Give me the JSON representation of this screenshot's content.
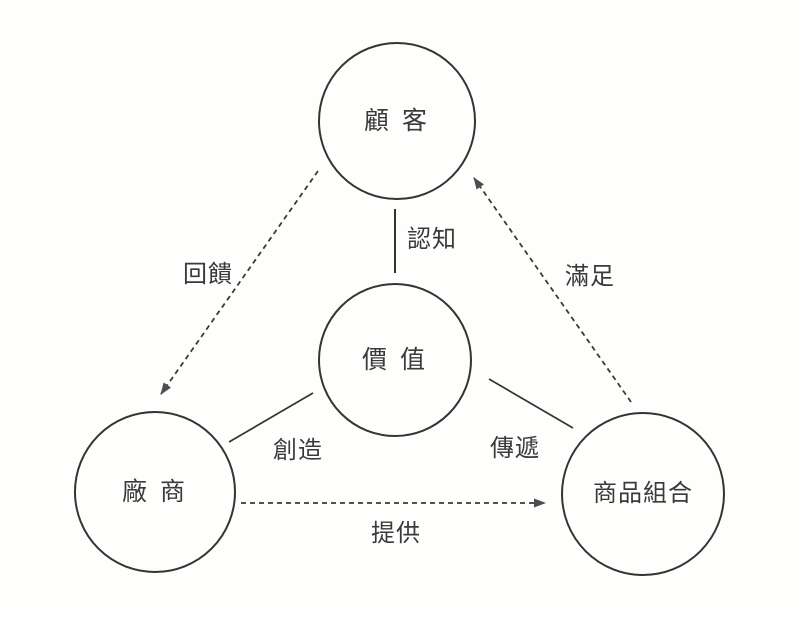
{
  "diagram": {
    "title": "value-marketing-triangle",
    "colors": {
      "background": "#fefefd",
      "stroke": "#3a3a3a",
      "arrowhead_fill": "#4d4d4d",
      "text": "#3a3a3a"
    },
    "nodes": {
      "customer": {
        "label": "顧 客"
      },
      "value": {
        "label": "價 值"
      },
      "manufacturer": {
        "label": "廠 商"
      },
      "product_mix": {
        "label": "商品組合"
      }
    },
    "edges": {
      "cognition": {
        "label": "認知",
        "style": "solid",
        "from": "value",
        "to": "customer"
      },
      "feedback": {
        "label": "回饋",
        "style": "dashed-arrow",
        "from": "customer",
        "to": "manufacturer"
      },
      "satisfaction": {
        "label": "滿足",
        "style": "dashed-arrow",
        "from": "product_mix",
        "to": "customer"
      },
      "create": {
        "label": "創造",
        "style": "solid",
        "from": "value",
        "to": "manufacturer"
      },
      "deliver": {
        "label": "傳遞",
        "style": "solid",
        "from": "value",
        "to": "product_mix"
      },
      "provide": {
        "label": "提供",
        "style": "dashed-arrow",
        "from": "manufacturer",
        "to": "product_mix"
      }
    }
  }
}
